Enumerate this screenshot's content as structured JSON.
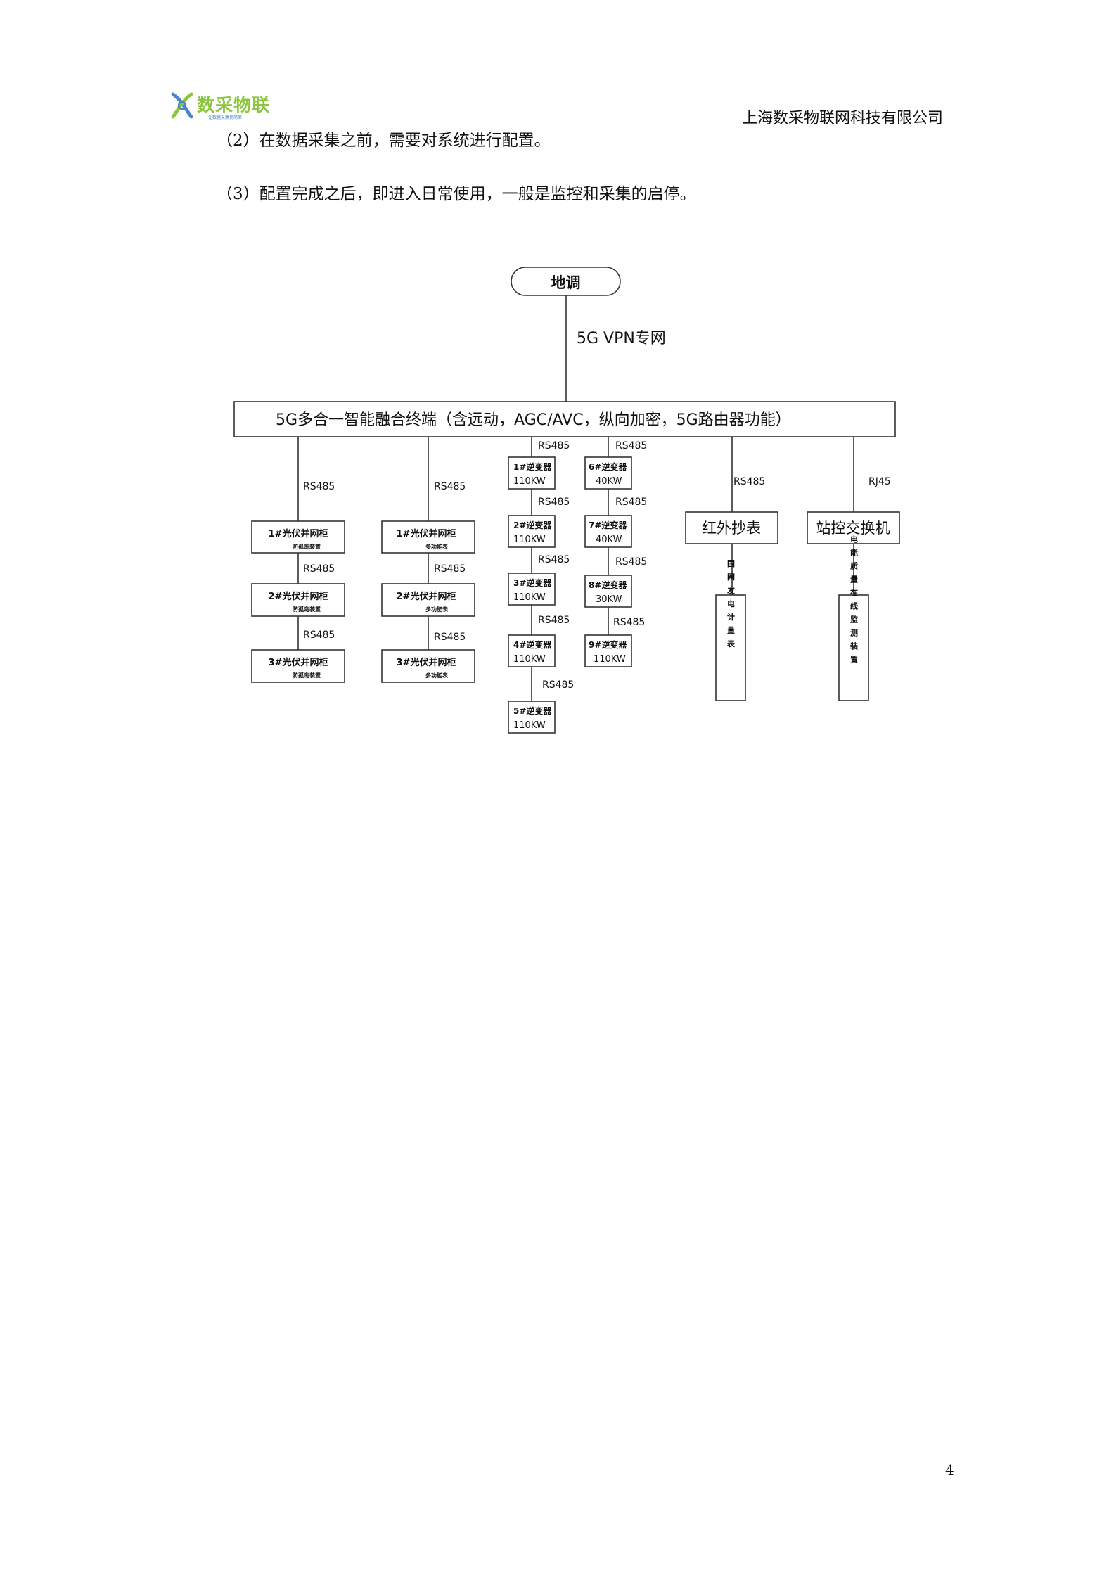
{
  "header": {
    "logo_text": "数采物联",
    "logo_tagline": "让数据采集更简单",
    "company": "上海数采物联网科技有限公司"
  },
  "paragraphs": [
    "（2）在数据采集之前，需要对系统进行配置。",
    "（3）配置完成之后，即进入日常使用，一般是监控和采集的启停。"
  ],
  "diagram": {
    "top_node": "地调",
    "top_link": "5G VPN专网",
    "terminal": "5G多合一智能融合终端（含远动，AGC/AVC，纵向加密，5G路由器功能）",
    "cabinet_col_1": {
      "links": [
        "RS485",
        "RS485",
        "RS485"
      ],
      "nodes": [
        {
          "title": "1#光伏并网柜",
          "sub": "防孤岛装置"
        },
        {
          "title": "2#光伏并网柜",
          "sub": "防孤岛装置"
        },
        {
          "title": "3#光伏并网柜",
          "sub": "防孤岛装置"
        }
      ]
    },
    "cabinet_col_2": {
      "links": [
        "RS485",
        "RS485",
        "RS485"
      ],
      "nodes": [
        {
          "title": "1#光伏并网柜",
          "sub": "多功能表"
        },
        {
          "title": "2#光伏并网柜",
          "sub": "多功能表"
        },
        {
          "title": "3#光伏并网柜",
          "sub": "多功能表"
        }
      ]
    },
    "inverter_col_1": {
      "links": [
        "RS485",
        "RS485",
        "RS485",
        "RS485",
        "RS485"
      ],
      "nodes": [
        {
          "title": "1#逆变器",
          "power": "110KW"
        },
        {
          "title": "2#逆变器",
          "power": "110KW"
        },
        {
          "title": "3#逆变器",
          "power": "110KW"
        },
        {
          "title": "4#逆变器",
          "power": "110KW"
        },
        {
          "title": "5#逆变器",
          "power": "110KW"
        }
      ]
    },
    "inverter_col_2": {
      "links": [
        "RS485",
        "RS485",
        "RS485",
        "RS485"
      ],
      "nodes": [
        {
          "title": "6#逆变器",
          "power": "40KW"
        },
        {
          "title": "7#逆变器",
          "power": "40KW"
        },
        {
          "title": "8#逆变器",
          "power": "30KW"
        },
        {
          "title": "9#逆变器",
          "power": "110KW"
        }
      ]
    },
    "meter_reader": {
      "link": "RS485",
      "label": "红外抄表",
      "sub": "国网发电计量表"
    },
    "switch": {
      "link": "RJ45",
      "label": "站控交换机",
      "sub": "电能质量在线监测装置"
    }
  },
  "page_number": "4"
}
